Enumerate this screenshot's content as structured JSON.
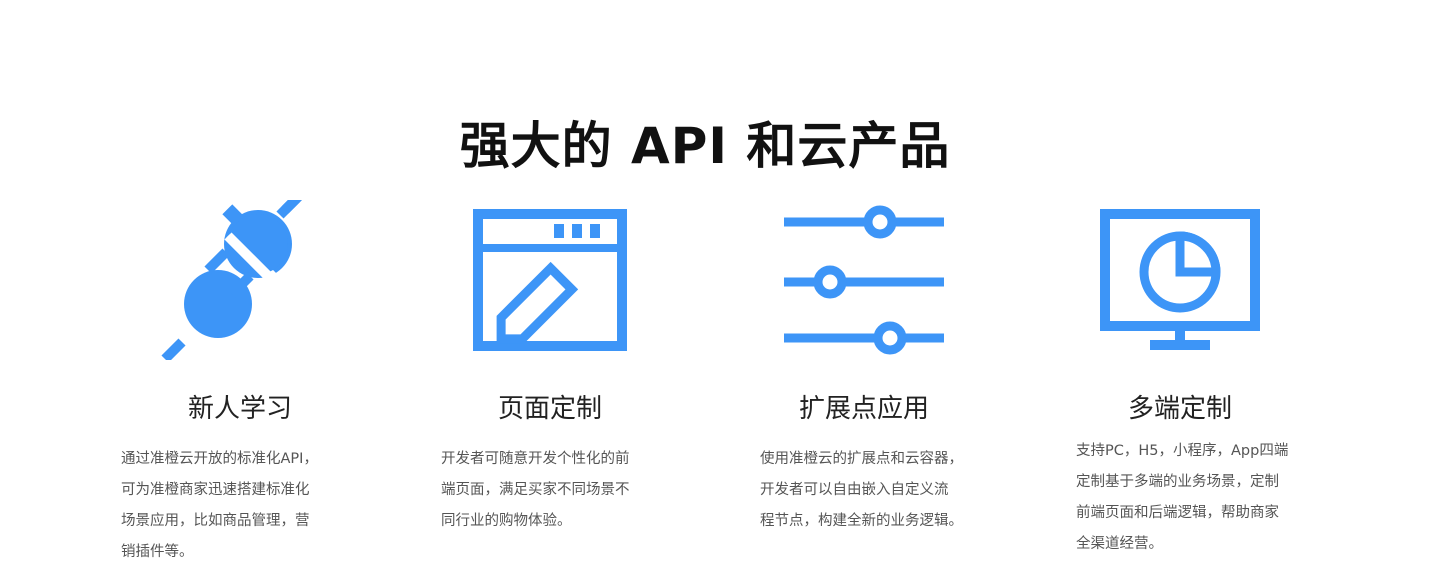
{
  "heading": "强大的 API 和云产品",
  "accent_color": "#3D95F7",
  "features": [
    {
      "icon": "plug-icon",
      "title": "新人学习",
      "lines": [
        "通过准橙云开放的标准化API，",
        "可为准橙商家迅速搭建标准化",
        "场景应用，比如商品管理，营",
        "销插件等。"
      ]
    },
    {
      "icon": "window-edit-icon",
      "title": "页面定制",
      "lines": [
        "开发者可随意开发个性化的前",
        "端页面，满足买家不同场景不",
        "同行业的购物体验。"
      ]
    },
    {
      "icon": "sliders-icon",
      "title": "扩展点应用",
      "lines": [
        "使用准橙云的扩展点和云容器，",
        "开发者可以自由嵌入自定义流",
        "程节点，构建全新的业务逻辑。"
      ]
    },
    {
      "icon": "monitor-chart-icon",
      "title": "多端定制",
      "lines": [
        "支持PC，H5，小程序，App四端",
        "定制基于多端的业务场景，定制",
        "前端页面和后端逻辑，帮助商家",
        "全渠道经营。"
      ]
    }
  ]
}
